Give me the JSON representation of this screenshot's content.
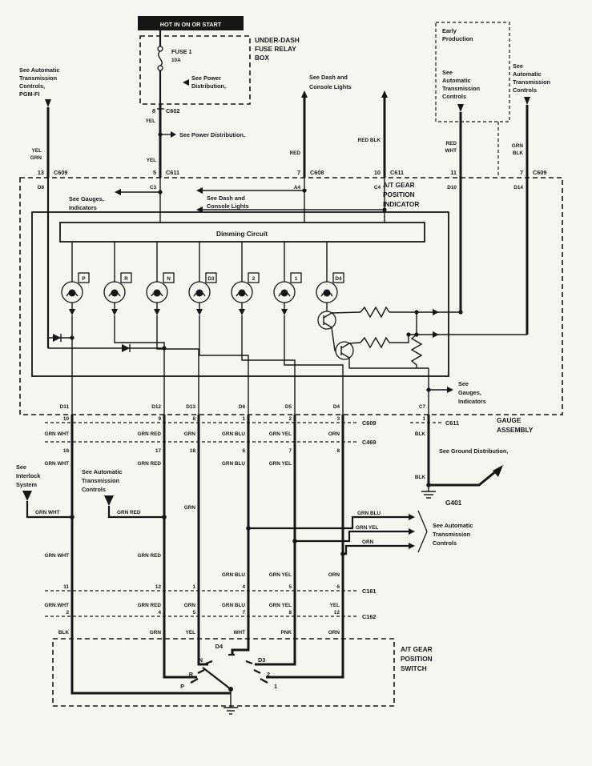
{
  "top": {
    "hot": "HOT IN ON OR START",
    "underdash": [
      "UNDER-DASH",
      "FUSE RELAY",
      "BOX"
    ],
    "fuse": "FUSE 1",
    "amp": "10A",
    "see_power_box": [
      "See Power",
      "Distribution,"
    ],
    "see_power_line": "See Power Distribution,",
    "c602": {
      "pin": "8",
      "name": "C602"
    },
    "yel_upper": "YEL",
    "yel_lower": "YEL",
    "pgmfi": [
      "See Automatic",
      "Transmission",
      "Controls,",
      "PGM-FI"
    ],
    "yelgrn": [
      "YEL",
      "GRN"
    ],
    "dash_lights": [
      "See Dash and",
      "Console Lights"
    ],
    "red": "RED",
    "redblk": "RED BLK",
    "early": [
      "Early",
      "Production"
    ],
    "at_mid": [
      "See",
      "Automatic",
      "Transmission",
      "Controls"
    ],
    "at_right": [
      "See",
      "Automatic",
      "Transmission",
      "Controls"
    ],
    "redwht": [
      "RED",
      "WHT"
    ],
    "grnblk": [
      "GRN",
      "BLK"
    ]
  },
  "conn": {
    "pins": [
      "13",
      "5",
      "7",
      "10",
      "11",
      "7"
    ],
    "names": [
      "C609",
      "C611",
      "C608",
      "C611",
      "C609"
    ],
    "entries": [
      "D8",
      "C3",
      "A4",
      "C4",
      "D10",
      "D14"
    ]
  },
  "ind": {
    "title": [
      "A/T GEAR",
      "POSITION",
      "INDICATOR"
    ],
    "gauges_left": [
      "See Gauges,",
      "Indicators"
    ],
    "dash_inner": [
      "See Dash and",
      "Console Lights"
    ],
    "dimming": "Dimming Circuit",
    "lamps": [
      "P",
      "R",
      "N",
      "D3",
      "2",
      "1",
      "D4"
    ],
    "gauges_right": [
      "See",
      "Gauges,",
      "Indicators"
    ]
  },
  "ga": {
    "assembly": [
      "GAUGE",
      "ASSEMBLY"
    ],
    "dpins": [
      "D11",
      "D12",
      "D13",
      "D6",
      "D5",
      "D4",
      "C7"
    ],
    "c609_pins": [
      "10",
      "9",
      "8",
      "1",
      "2",
      "3"
    ],
    "c609": "C609",
    "c611_pin": "1",
    "c611": "C611",
    "blk_top": "BLK",
    "colors1": [
      "GRN WHT",
      "GRN RED",
      "GRN",
      "GRN BLU",
      "GRN YEL",
      "ORN"
    ],
    "c469_pins": [
      "16",
      "17",
      "18",
      "6",
      "7",
      "8"
    ],
    "c469": "C469",
    "ground_dist": "See Ground Distribution,",
    "blk_low": "BLK",
    "g401": "G401"
  },
  "mid": {
    "colors2": [
      "GRN WHT",
      "GRN RED",
      "GRN BLU",
      "GRN YEL"
    ],
    "grn_solo": "GRN",
    "interlock": [
      "See",
      "Interlock",
      "System"
    ],
    "grnwht_branch": "GRN WHT",
    "atc_left": [
      "See Automatic",
      "Transmission",
      "Controls"
    ],
    "grnred_branch": "GRN RED",
    "colors3": [
      "GRN WHT",
      "GRN RED"
    ],
    "stubs": [
      "GRN BLU",
      "GRN YEL",
      "ORN"
    ],
    "atc_right": [
      "See Automatic",
      "Transmission",
      "Controls"
    ],
    "colors4": [
      "GRN BLU",
      "GRN YEL",
      "ORN"
    ]
  },
  "lower": {
    "c161_pins": [
      "11",
      "12",
      "1",
      "4",
      "5",
      "6"
    ],
    "c161": "C161",
    "colors5": [
      "GRN WHT",
      "GRN RED",
      "GRN",
      "GRN BLU",
      "GRN YEL",
      "YEL"
    ],
    "c162_pins": [
      "2",
      "4",
      "5",
      "7",
      "8",
      "12"
    ],
    "c162": "C162",
    "colors6": [
      "BLK",
      "GRN",
      "YEL",
      "WHT",
      "PNK",
      "ORN"
    ]
  },
  "sw": {
    "title": [
      "A/T GEAR",
      "POSITION",
      "SWITCH"
    ],
    "contacts": [
      "P",
      "R",
      "N",
      "D4",
      "D3",
      "2",
      "1"
    ]
  }
}
